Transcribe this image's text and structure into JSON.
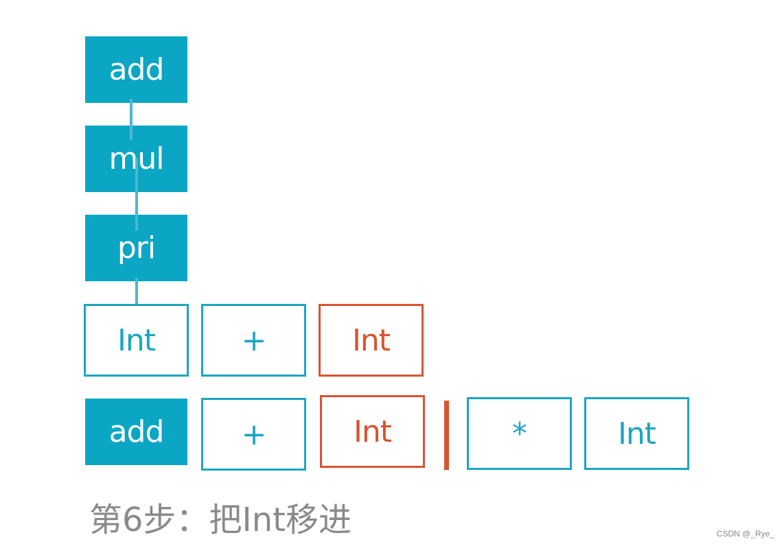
{
  "colors": {
    "stack_fill": "#0aa6c4",
    "token_blue": "#1aa6c0",
    "token_red": "#d9532f",
    "connector": "#4fb6d0",
    "caption": "#8a8a8a"
  },
  "tree": {
    "nodes": [
      "add",
      "mul",
      "pri"
    ]
  },
  "row1": {
    "tokens": [
      "Int",
      "+",
      "Int"
    ]
  },
  "row2": {
    "stack_top": "add",
    "stack_tokens": [
      "+",
      "Int"
    ],
    "input_tokens": [
      "*",
      "Int"
    ]
  },
  "caption": "第6步：把Int移进",
  "watermark": "CSDN @_Rye_"
}
